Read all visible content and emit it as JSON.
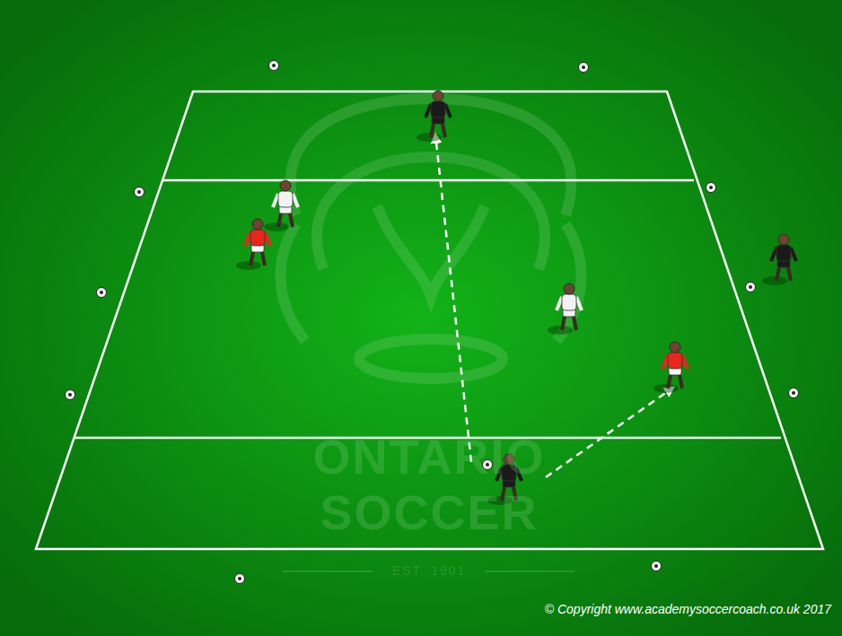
{
  "diagram": {
    "labels": [
      "ONTARIO",
      "SOCCER",
      "EST. 1901",
      "© Copyright www.academysoccercoach.co.uk 2017"
    ]
  }
}
